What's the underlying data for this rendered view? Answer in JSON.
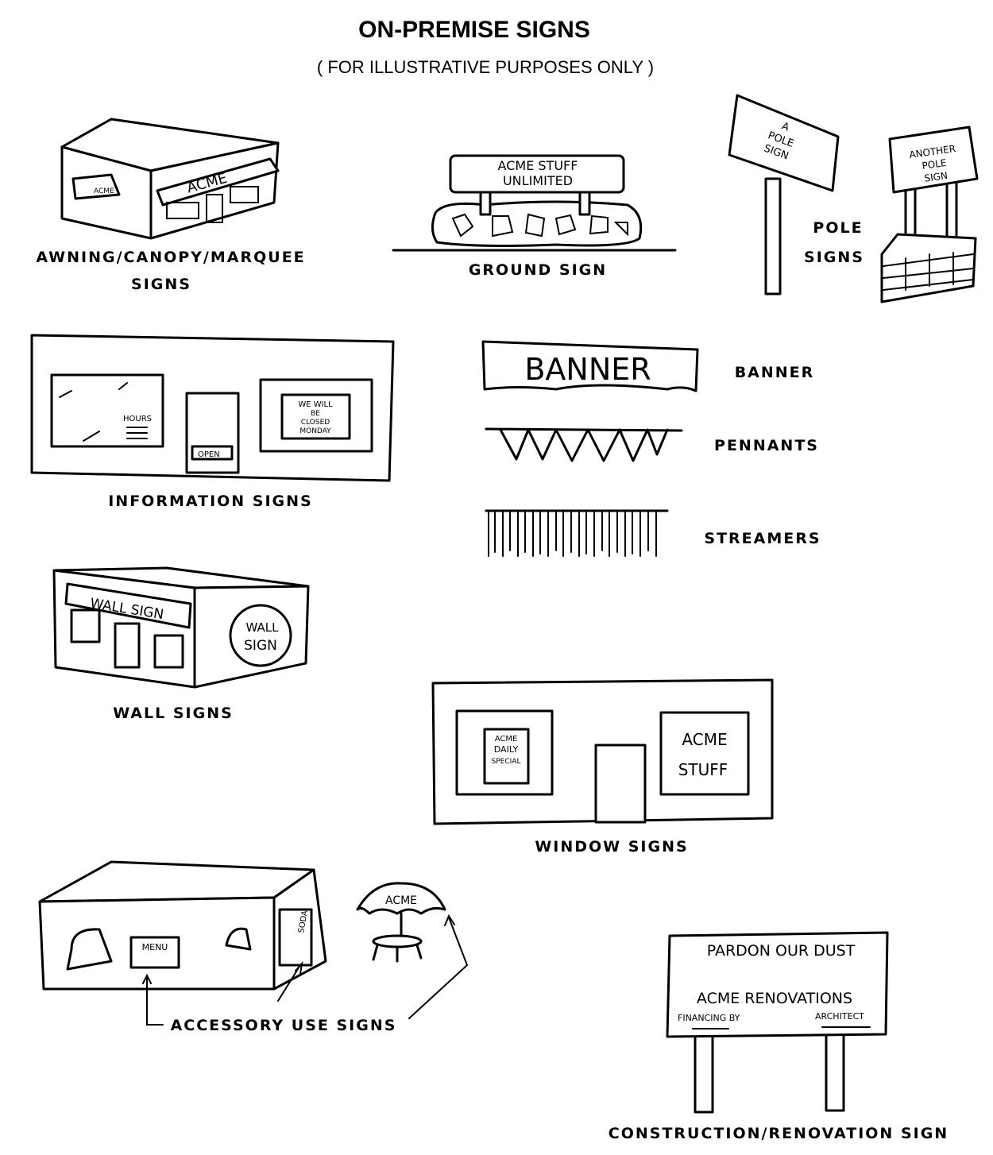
{
  "header": {
    "title": "ON-PREMISE SIGNS",
    "subtitle": "( FOR ILLUSTRATIVE PURPOSES ONLY )"
  },
  "sections": {
    "awning": {
      "label_line1": "AWNING/CANOPY/MARQUEE",
      "label_line2": "SIGNS",
      "sign_text_main": "ACME",
      "sign_text_small": "ACME"
    },
    "ground": {
      "label": "GROUND SIGN",
      "sign_line1": "ACME STUFF",
      "sign_line2": "UNLIMITED"
    },
    "pole": {
      "label_line1": "POLE",
      "label_line2": "SIGNS",
      "sign1_line1": "A",
      "sign1_line2": "POLE",
      "sign1_line3": "SIGN",
      "sign2_line1": "ANOTHER",
      "sign2_line2": "POLE",
      "sign2_line3": "SIGN"
    },
    "information": {
      "label": "INFORMATION SIGNS",
      "hours_text": "HOURS",
      "open_text": "OPEN",
      "notice_line1": "WE WILL",
      "notice_line2": "BE",
      "notice_line3": "CLOSED",
      "notice_line4": "MONDAY"
    },
    "banner": {
      "label": "BANNER",
      "sign_text": "BANNER"
    },
    "pennants": {
      "label": "PENNANTS"
    },
    "streamers": {
      "label": "STREAMERS"
    },
    "wall": {
      "label": "WALL SIGNS",
      "sign_text": "WALL SIGN",
      "round_line1": "WALL",
      "round_line2": "SIGN"
    },
    "window": {
      "label": "WINDOW SIGNS",
      "poster_line1": "ACME",
      "poster_line2": "DAILY",
      "poster_line3": "SPECIAL",
      "sign_line1": "ACME",
      "sign_line2": "STUFF"
    },
    "accessory": {
      "label": "ACCESSORY USE SIGNS",
      "menu_text": "MENU",
      "soda_text": "SODA",
      "umbrella_text": "ACME"
    },
    "construction": {
      "label": "CONSTRUCTION/RENOVATION SIGN",
      "line1": "PARDON OUR DUST",
      "line2": "ACME RENOVATIONS",
      "line3a": "FINANCING BY",
      "line3b": "ARCHITECT"
    }
  }
}
